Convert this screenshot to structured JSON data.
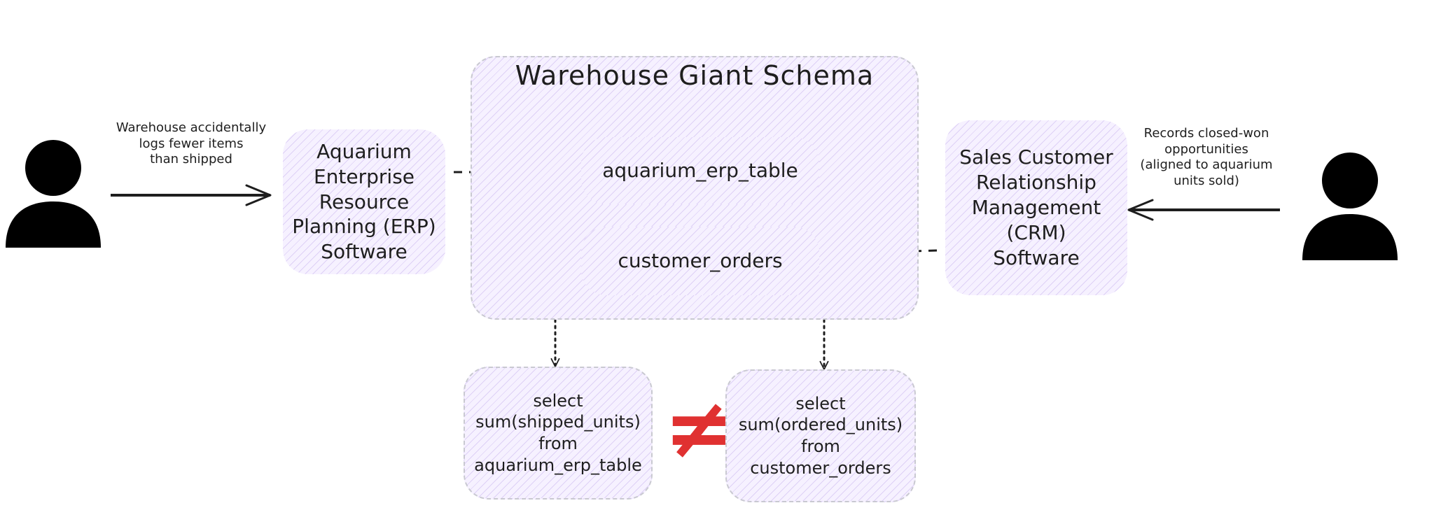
{
  "schema": {
    "title": "Warehouse Giant Schema"
  },
  "nodes": {
    "erp_software": "Aquarium\nEnterprise\nResource\nPlanning (ERP)\nSoftware",
    "erp_table": "aquarium_erp_table",
    "customer_orders": "customer_orders",
    "crm_software": "Sales Customer\nRelationship\nManagement\n(CRM)\nSoftware",
    "query_erp": "select\nsum(shipped_units)\nfrom\naquarium_erp_table",
    "query_crm": "select\nsum(ordered_units)\nfrom\ncustomer_orders"
  },
  "notes": {
    "warehouse": "Warehouse accidentally\nlogs fewer items\nthan shipped",
    "sales": "Records closed-won\nopportunities\n(aligned to aquarium\nunits sold)"
  },
  "symbols": {
    "not_equal": "≠"
  },
  "colors": {
    "node_fill": "#f6f1ff",
    "hatch": "#b094e6",
    "border": "#c9c9d1",
    "ink": "#1e1e1e",
    "not_equal": "#e03131"
  },
  "icons": {
    "left_actor": "person-icon",
    "right_actor": "person-icon"
  }
}
